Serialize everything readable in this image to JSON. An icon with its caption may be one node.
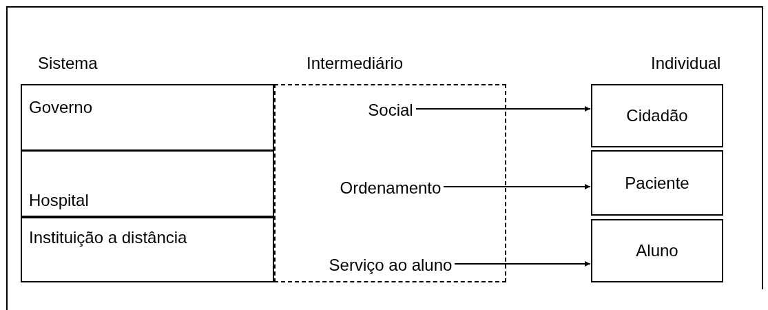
{
  "diagram": {
    "nodes": [
      {
        "text": [
          "Governo"
        ]
      },
      {
        "text": [
          "Hospital"
        ]
      },
      {
        "text": [
          "Instituição a distância"
        ]
      },
      {
        "text": [],
        "shape": "box"
      },
      {
        "text": [
          "Social"
        ],
        "in": 3
      },
      {
        "text": [
          "Ordenamento"
        ],
        "in": 3
      },
      {
        "text": [
          "Serviço ao aluno"
        ],
        "in": 3
      },
      {
        "text": [
          "Cidadão"
        ]
      },
      {
        "text": [
          "Paciente"
        ]
      },
      {
        "text": [
          "Aluno"
        ]
      }
    ],
    "edges": [
      {
        "from": 4,
        "to": 7,
        "arrow": "to"
      },
      {
        "from": 5,
        "to": 8,
        "arrow": "to"
      },
      {
        "from": 6,
        "to": 9,
        "arrow": "to"
      }
    ],
    "labels": [
      "Sistema",
      "Intermediário",
      "Individual"
    ]
  }
}
